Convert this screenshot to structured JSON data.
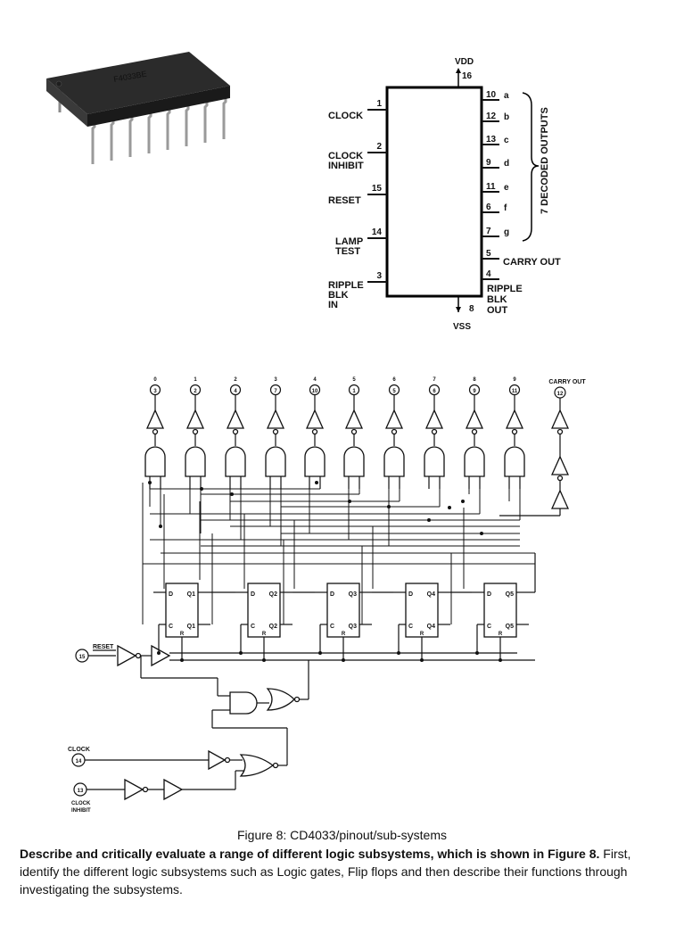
{
  "chip": {
    "part_marking": "F4033BE"
  },
  "pinout": {
    "vdd": {
      "label": "VDD",
      "pin": "16"
    },
    "vss": {
      "label": "VSS",
      "pin": "8"
    },
    "left_pins": [
      {
        "pin": "1",
        "label": "CLOCK"
      },
      {
        "pin": "2",
        "label": "CLOCK INHIBIT"
      },
      {
        "pin": "15",
        "label": "RESET"
      },
      {
        "pin": "14",
        "label": "LAMP TEST"
      },
      {
        "pin": "3",
        "label": "RIPPLE BLK IN"
      }
    ],
    "right_pins": [
      {
        "pin": "10",
        "label": "a"
      },
      {
        "pin": "12",
        "label": "b"
      },
      {
        "pin": "13",
        "label": "c"
      },
      {
        "pin": "9",
        "label": "d"
      },
      {
        "pin": "11",
        "label": "e"
      },
      {
        "pin": "6",
        "label": "f"
      },
      {
        "pin": "7",
        "label": "g"
      },
      {
        "pin": "5",
        "label": "CARRY OUT"
      },
      {
        "pin": "4",
        "label": "RIPPLE BLK OUT"
      }
    ],
    "bracket_label": "7 DECODED OUTPUTS"
  },
  "logic": {
    "outputs": [
      {
        "digit": "0",
        "pin": "3"
      },
      {
        "digit": "1",
        "pin": "2"
      },
      {
        "digit": "2",
        "pin": "4"
      },
      {
        "digit": "3",
        "pin": "7"
      },
      {
        "digit": "4",
        "pin": "10"
      },
      {
        "digit": "5",
        "pin": "1"
      },
      {
        "digit": "6",
        "pin": "5"
      },
      {
        "digit": "7",
        "pin": "6"
      },
      {
        "digit": "8",
        "pin": "9"
      },
      {
        "digit": "9",
        "pin": "11"
      }
    ],
    "carry_out": {
      "label": "CARRY OUT",
      "pin": "12"
    },
    "flip_flops": [
      {
        "d": "D",
        "q": "Q1",
        "c": "C",
        "qo": "Q1",
        "r": "R"
      },
      {
        "d": "D",
        "q": "Q2",
        "c": "C",
        "qo": "Q2",
        "r": "R"
      },
      {
        "d": "D",
        "q": "Q3",
        "c": "C",
        "qo": "Q3",
        "r": "R"
      },
      {
        "d": "D",
        "q": "Q4",
        "c": "C",
        "qo": "Q4",
        "r": "R"
      },
      {
        "d": "D",
        "q": "Q5",
        "c": "C",
        "qo": "Q5",
        "r": "R"
      }
    ],
    "reset": {
      "label": "RESET",
      "pin": "15"
    },
    "clock": {
      "label": "CLOCK",
      "pin": "14"
    },
    "clock_inhibit": {
      "label": "CLOCK INHIBIT",
      "pin": "13"
    }
  },
  "caption": "Figure 8: CD4033/pinout/sub-systems",
  "question": {
    "bold": "Describe and critically evaluate a range of different logic subsystems, which is shown in Figure 8.",
    "rest": " First, identify the different logic subsystems such as Logic gates, Flip flops and then describe their functions through investigating the subsystems."
  }
}
